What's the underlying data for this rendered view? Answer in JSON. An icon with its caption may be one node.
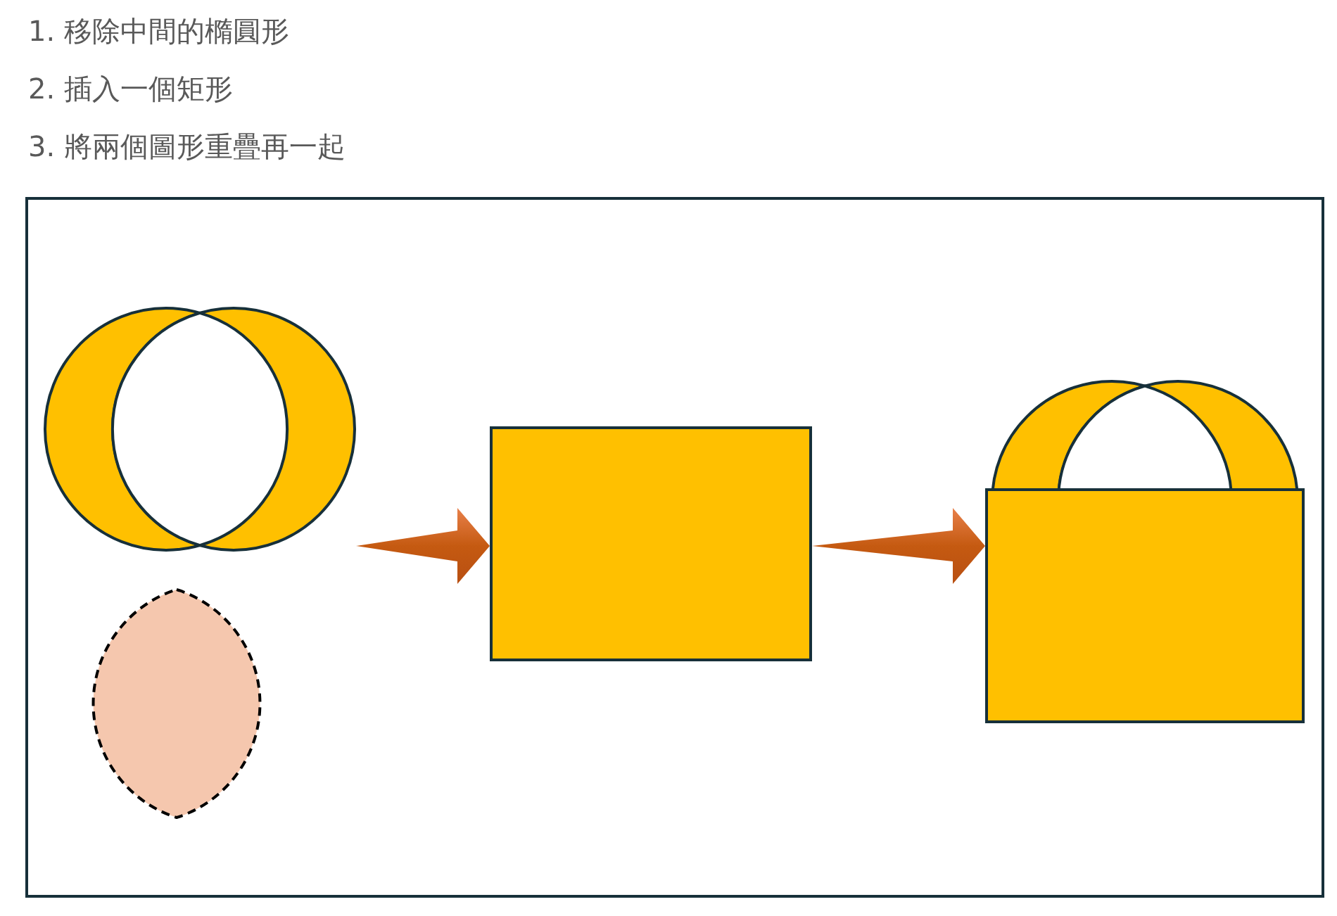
{
  "diagram": {
    "nodes": [
      {
        "text": [],
        "shape": "box"
      },
      {
        "text": [],
        "shape": "circle",
        "in": 0
      },
      {
        "text": [],
        "shape": "ellipse",
        "in": 0
      },
      {
        "text": [],
        "shape": "box",
        "in": 0
      },
      {
        "text": [],
        "shape": "box",
        "in": 0
      }
    ],
    "edges": [
      {
        "from": 1,
        "to": 3,
        "arrow": "to"
      },
      {
        "from": 3,
        "to": 4,
        "arrow": "to"
      }
    ],
    "labels": [
      "1. 移除中間的橢圓形",
      "2. 插入一個矩形",
      "3. 將兩個圖形重疊再一起"
    ]
  }
}
